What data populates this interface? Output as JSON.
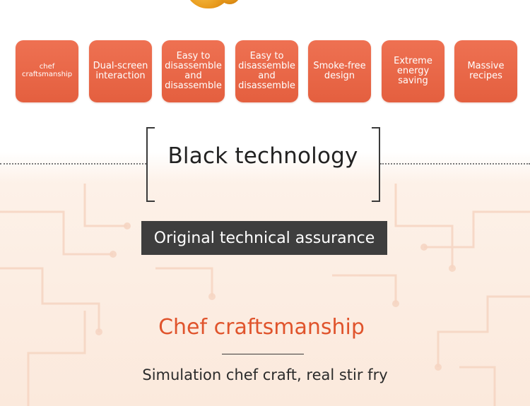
{
  "features": [
    {
      "lines": [
        "chef",
        "craftsmanship"
      ],
      "size": "small"
    },
    {
      "lines": [
        "Dual-screen",
        "interaction"
      ],
      "size": "med"
    },
    {
      "lines": [
        "Easy to",
        "disassemble",
        "and",
        "disassemble"
      ],
      "size": "med"
    },
    {
      "lines": [
        "Easy to",
        "disassemble",
        "and",
        "disassemble"
      ],
      "size": "med"
    },
    {
      "lines": [
        "Smoke-free",
        "design"
      ],
      "size": "med"
    },
    {
      "lines": [
        "Extreme",
        "energy",
        "saving"
      ],
      "size": "med"
    },
    {
      "lines": [
        "Massive",
        "recipes"
      ],
      "size": "med"
    }
  ],
  "section": {
    "title": "Black technology",
    "badge": "Original technical assurance"
  },
  "chef": {
    "title": "Chef craftsmanship",
    "subtitle": "Simulation chef craft, real stir fry"
  },
  "colors": {
    "tile": "#e8664a",
    "chef_title": "#e0542c",
    "badge_bg": "#3e3e3e"
  }
}
